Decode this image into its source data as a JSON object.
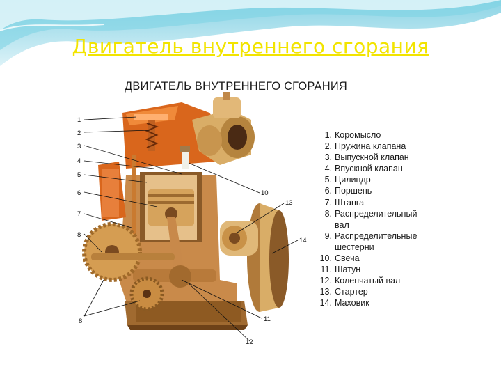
{
  "slide": {
    "title": "Двигатель внутреннего сгорания"
  },
  "figure": {
    "title": "ДВИГАТЕЛЬ ВНУТРЕННЕГО СГОРАНИЯ",
    "callouts": [
      "1",
      "2",
      "3",
      "4",
      "5",
      "6",
      "7",
      "8",
      "8",
      "10",
      "11",
      "12",
      "13",
      "14"
    ],
    "legend": [
      {
        "num": "1.",
        "text": "Коромысло"
      },
      {
        "num": "2.",
        "text": "Пружина клапана"
      },
      {
        "num": "3.",
        "text": "Выпускной клапан"
      },
      {
        "num": "4.",
        "text": "Впускной клапан"
      },
      {
        "num": "5.",
        "text": "Цилиндр"
      },
      {
        "num": "6.",
        "text": "Поршень"
      },
      {
        "num": "7.",
        "text": "Штанга"
      },
      {
        "num": "8.",
        "text": "Распределительный",
        "cont": "вал"
      },
      {
        "num": "9.",
        "text": "Распределительные",
        "cont": "шестерни"
      },
      {
        "num": "10.",
        "text": "Свеча"
      },
      {
        "num": "11.",
        "text": "Шатун"
      },
      {
        "num": "12.",
        "text": "Коленчатый вал"
      },
      {
        "num": "13.",
        "text": "Стартер"
      },
      {
        "num": "14.",
        "text": "Маховик"
      }
    ]
  },
  "colors": {
    "title": "#f2e400",
    "engine_orange": "#d9661c",
    "engine_tan": "#d9ad67",
    "engine_dark": "#4a2a14",
    "wave": "#4fc3da"
  }
}
